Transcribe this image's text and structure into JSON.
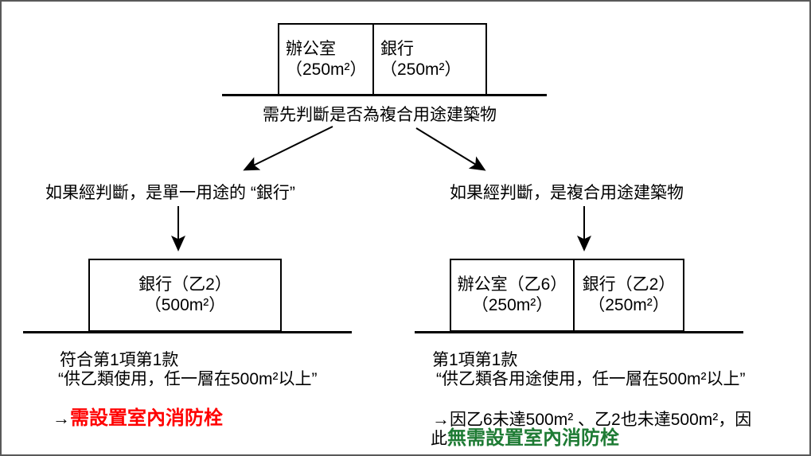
{
  "top": {
    "box_office": {
      "line1": "辦公室",
      "line2": "（250m²）"
    },
    "box_bank": {
      "line1": "銀行",
      "line2": "（250m²）"
    },
    "caption": "需先判斷是否為複合用途建築物"
  },
  "left": {
    "label": "如果經判斷，是單一用途的 “銀行”",
    "box": {
      "line1": "銀行（乙2）",
      "line2": "（500m²）"
    },
    "rule_line1": "符合第1項第1款",
    "rule_line2": "“供乙類使用，任一層在500m²以上”",
    "result_arrow": "→",
    "result": "需設置室內消防栓",
    "result_color": "#ff0000"
  },
  "right": {
    "label": "如果經判斷，是複合用途建築物",
    "box_office": {
      "line1": "辦公室（乙6）",
      "line2": "（250m²）"
    },
    "box_bank": {
      "line1": "銀行（乙2）",
      "line2": "（250m²）"
    },
    "rule_line1": "第1項第1款",
    "rule_line2": "“供乙類各用途使用，任一層在500m²以上”",
    "result_arrow": "→",
    "result_line1": "因乙6未達500m² 、乙2也未達500m²，因",
    "result_line2_prefix": "此",
    "result_line2_emphasis": "無需設置室內消防栓",
    "result_color": "#1e7b34"
  },
  "colors": {
    "ink": "#000000",
    "red": "#ff0000",
    "green": "#1e7b34",
    "frame": "#595959"
  }
}
